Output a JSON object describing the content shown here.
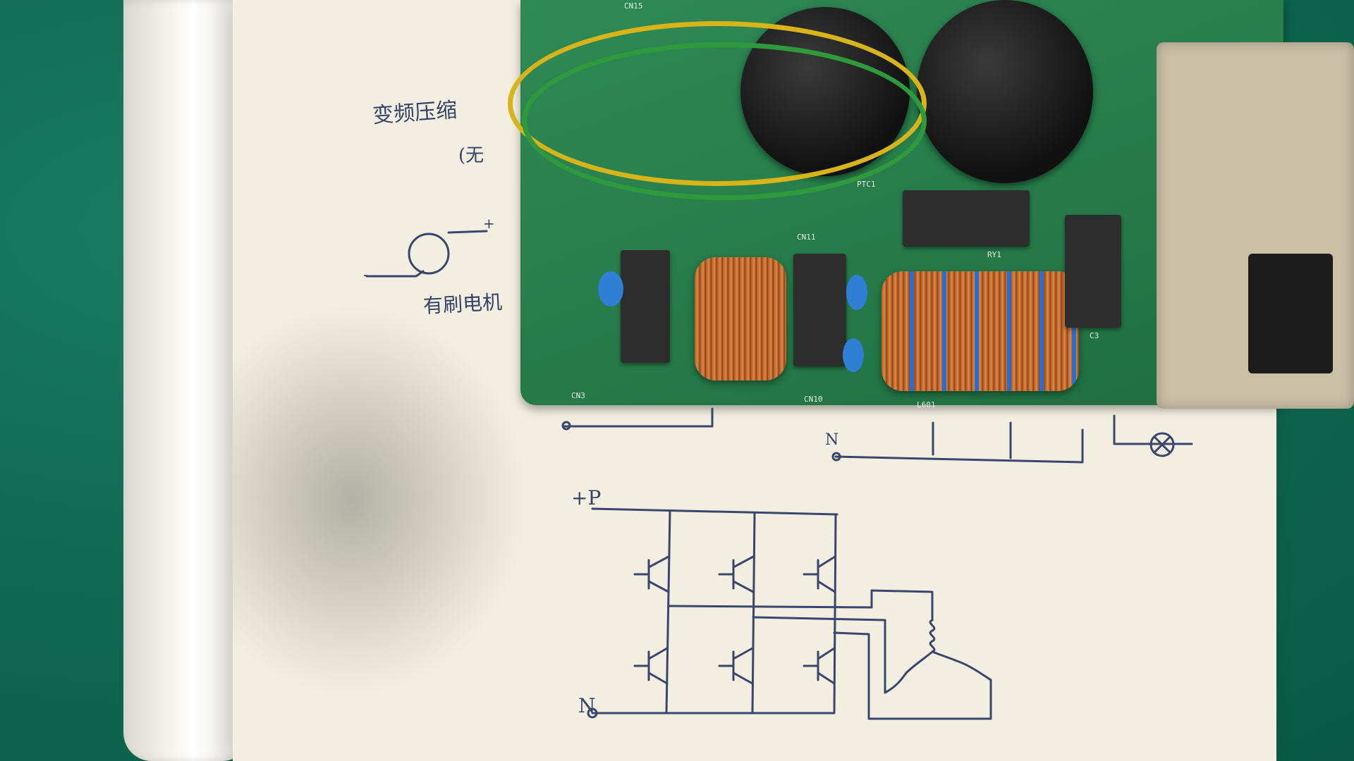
{
  "scene": {
    "description_labels": {
      "handwritten_top": "变频压缩",
      "handwritten_top2": "(无",
      "handwritten_motor": "有刷电机",
      "plus_sign": "+",
      "minus_sign": "-",
      "schematic_p": "+P",
      "schematic_n": "N",
      "node_n": "N"
    },
    "pcb_silkscreen": [
      "L601",
      "CN3",
      "CN10",
      "CN11",
      "RY1",
      "C3",
      "CN15",
      "PTC1"
    ]
  },
  "colors": {
    "mat": "#0f6a52",
    "paper": "#f3efe0",
    "pcb": "#2f8a55",
    "ink": "#35426a",
    "copper": "#c26a2c",
    "wire_yellow": "#d8b418",
    "wire_green": "#2f9a3c"
  }
}
